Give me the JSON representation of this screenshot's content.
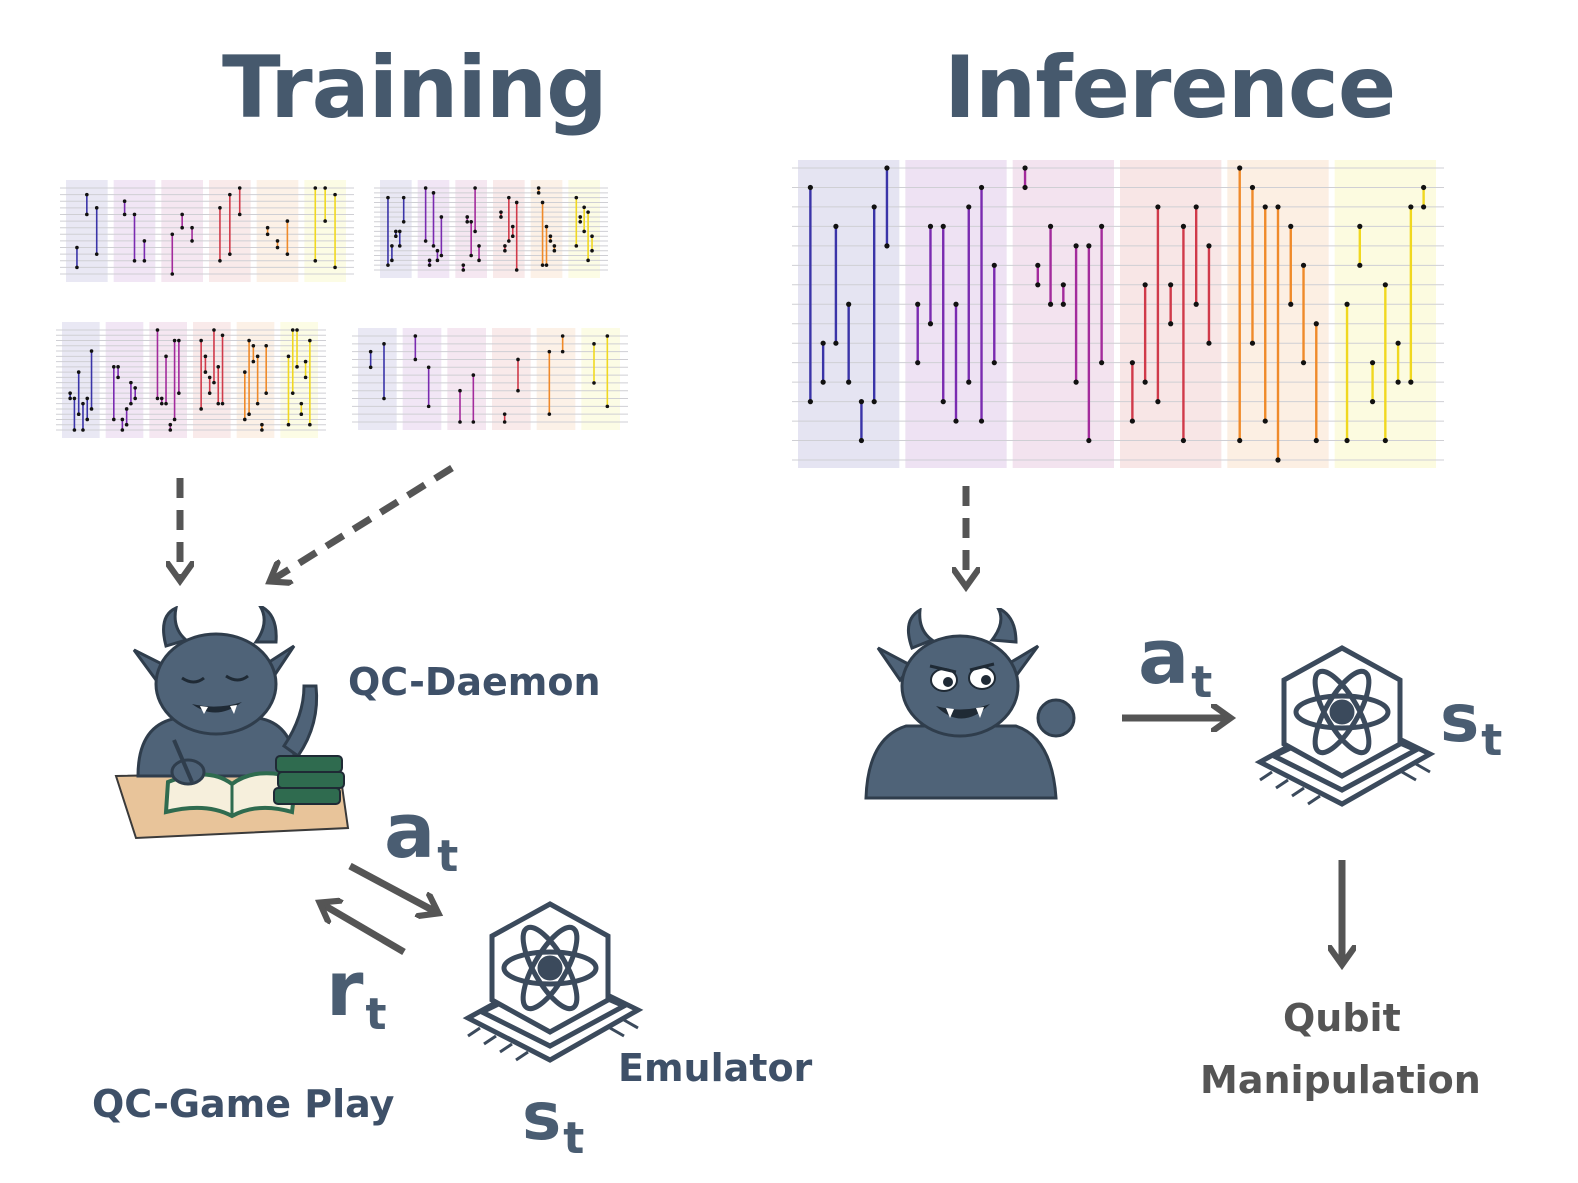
{
  "titles": {
    "training": "Training",
    "inference": "Inference"
  },
  "labels": {
    "daemon": "QC-Daemon",
    "game_play": "QC-Game Play",
    "emulator": "Emulator",
    "qubit_line1": "Qubit",
    "qubit_line2": "Manipulation"
  },
  "symbols": {
    "action_base": "a",
    "action_sub": "t",
    "reward_base": "r",
    "reward_sub": "t",
    "state_base": "s",
    "state_sub": "t"
  },
  "colors": {
    "text": "#3e5068",
    "arrow": "#555555",
    "daemon_body": "#4f6378",
    "daemon_dark": "#2f3d4c",
    "desk": "#e8c49a",
    "book_green": "#2f6b4f",
    "chip": "#3b4a5c",
    "circuit_palette": [
      "#3a34a8",
      "#7a2bb0",
      "#a32b9c",
      "#d03a4a",
      "#ef8a2a",
      "#f0d820"
    ],
    "block_palette": [
      "#e5e4f2",
      "#eee2f3",
      "#f3e3ef",
      "#f8e6e6",
      "#fcefe3",
      "#fcfbe0"
    ]
  },
  "icons": [
    "quantum-chip-icon",
    "daemon-character-icon",
    "atom-icon",
    "book-icon"
  ]
}
